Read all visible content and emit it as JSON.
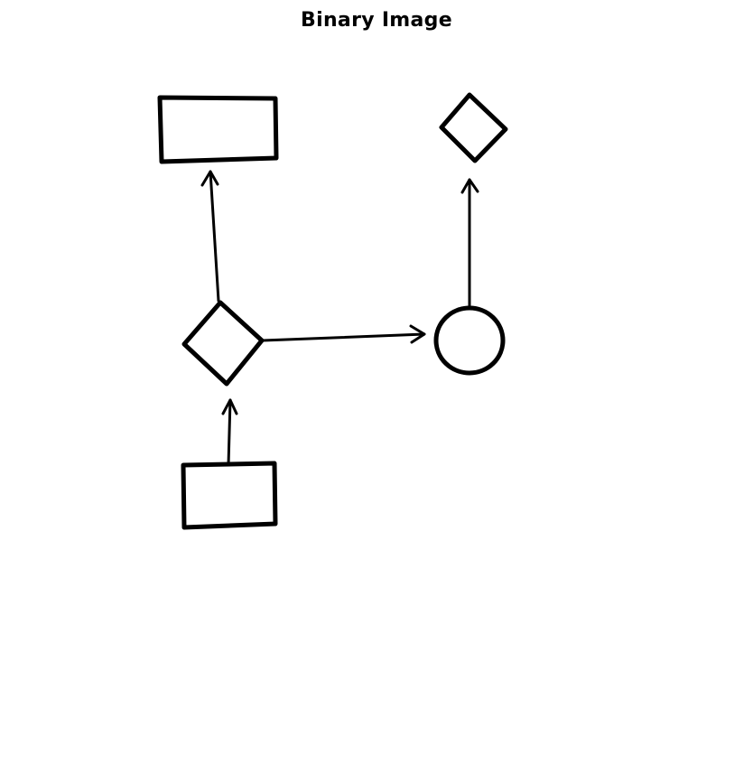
{
  "title": "Binary Image",
  "colors": {
    "foreground": "#000000",
    "background": "#ffffff"
  },
  "diagram": {
    "shapes": [
      {
        "name": "rectangle-top-left",
        "type": "rectangle"
      },
      {
        "name": "diamond-top-right",
        "type": "diamond"
      },
      {
        "name": "diamond-center",
        "type": "diamond"
      },
      {
        "name": "circle-right",
        "type": "circle"
      },
      {
        "name": "rectangle-bottom",
        "type": "rectangle"
      }
    ],
    "connections": [
      {
        "from": "rectangle-bottom",
        "to": "diamond-center"
      },
      {
        "from": "diamond-center",
        "to": "rectangle-top-left"
      },
      {
        "from": "diamond-center",
        "to": "circle-right"
      },
      {
        "from": "circle-right",
        "to": "diamond-top-right"
      }
    ]
  }
}
